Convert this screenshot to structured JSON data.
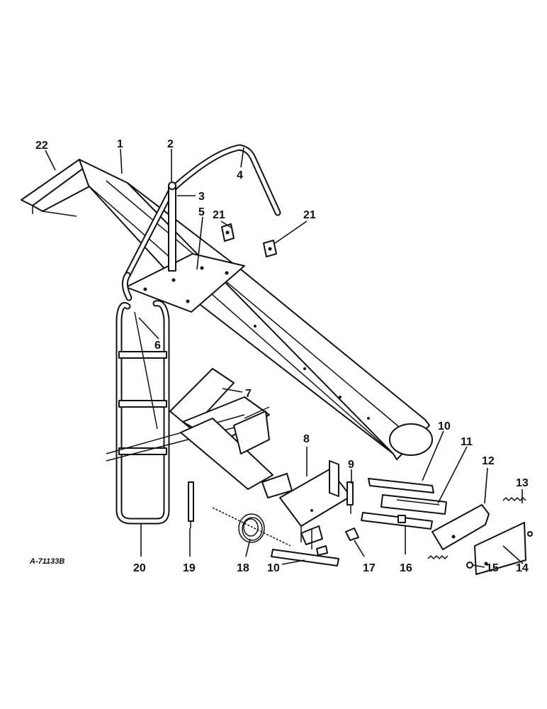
{
  "figure_code": "A-71133B",
  "callouts": [
    "1",
    "2",
    "3",
    "4",
    "5",
    "6",
    "7",
    "8",
    "9",
    "10",
    "11",
    "12",
    "13",
    "14",
    "15",
    "16",
    "17",
    "18",
    "19",
    "20",
    "21",
    "22"
  ],
  "labels": [
    {
      "id": "l22",
      "text": "22"
    },
    {
      "id": "l1",
      "text": "1"
    },
    {
      "id": "l2",
      "text": "2"
    },
    {
      "id": "l3",
      "text": "3"
    },
    {
      "id": "l4",
      "text": "4"
    },
    {
      "id": "l5",
      "text": "5"
    },
    {
      "id": "l21a",
      "text": "21"
    },
    {
      "id": "l21b",
      "text": "21"
    },
    {
      "id": "l6",
      "text": "6"
    },
    {
      "id": "l7",
      "text": "7"
    },
    {
      "id": "l8",
      "text": "8"
    },
    {
      "id": "l9",
      "text": "9"
    },
    {
      "id": "l10a",
      "text": "10"
    },
    {
      "id": "l11",
      "text": "11"
    },
    {
      "id": "l12",
      "text": "12"
    },
    {
      "id": "l13",
      "text": "13"
    },
    {
      "id": "l14",
      "text": "14"
    },
    {
      "id": "l15",
      "text": "15"
    },
    {
      "id": "l16",
      "text": "16"
    },
    {
      "id": "l17",
      "text": "17"
    },
    {
      "id": "l10b",
      "text": "10"
    },
    {
      "id": "l18",
      "text": "18"
    },
    {
      "id": "l19",
      "text": "19"
    },
    {
      "id": "l20",
      "text": "20"
    }
  ]
}
